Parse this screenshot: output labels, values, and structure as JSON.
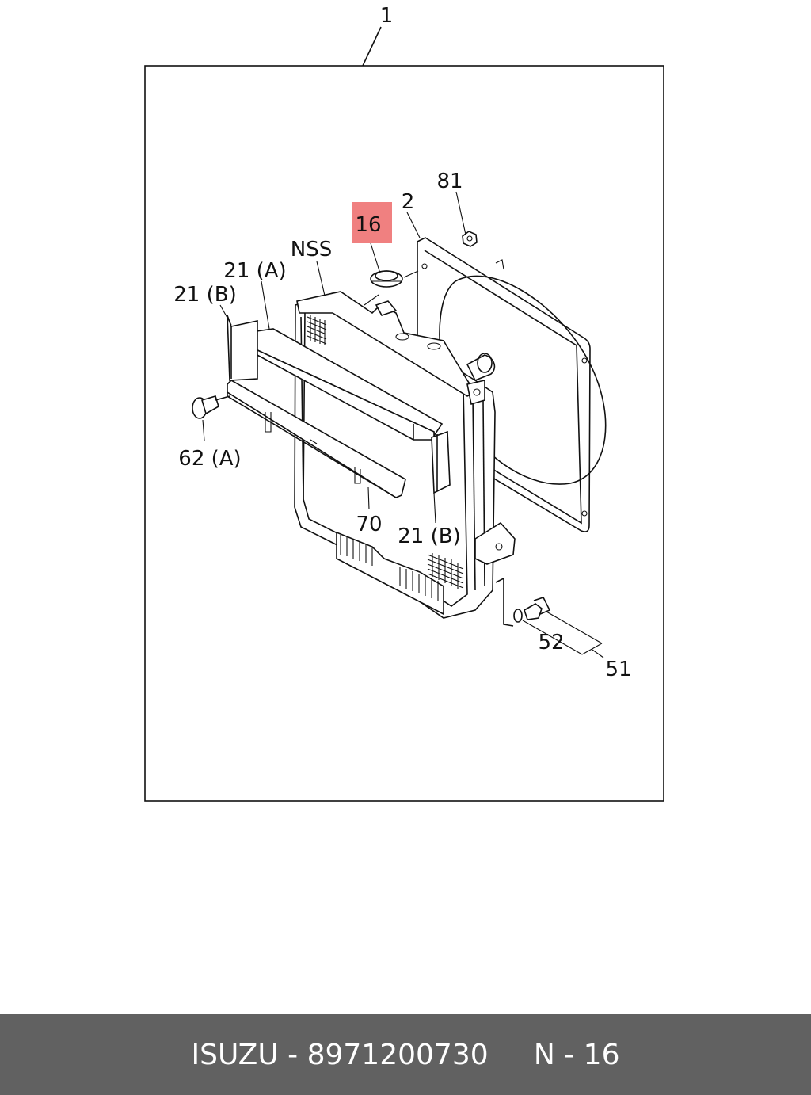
{
  "labels": {
    "assembly": "1",
    "shroud": "2",
    "nut": "81",
    "cap": "16",
    "nss": "NSS",
    "duct_a": "21 (A)",
    "duct_b_left": "21 (B)",
    "bolt": "62 (A)",
    "bracket": "70",
    "duct_b_right": "21 (B)",
    "washer": "52",
    "drain": "51"
  },
  "highlight_color": "#f08080",
  "footer": {
    "brand": "ISUZU",
    "separator": " - ",
    "part_number": "8971200730",
    "gap": "     ",
    "ref": "N - 16"
  }
}
